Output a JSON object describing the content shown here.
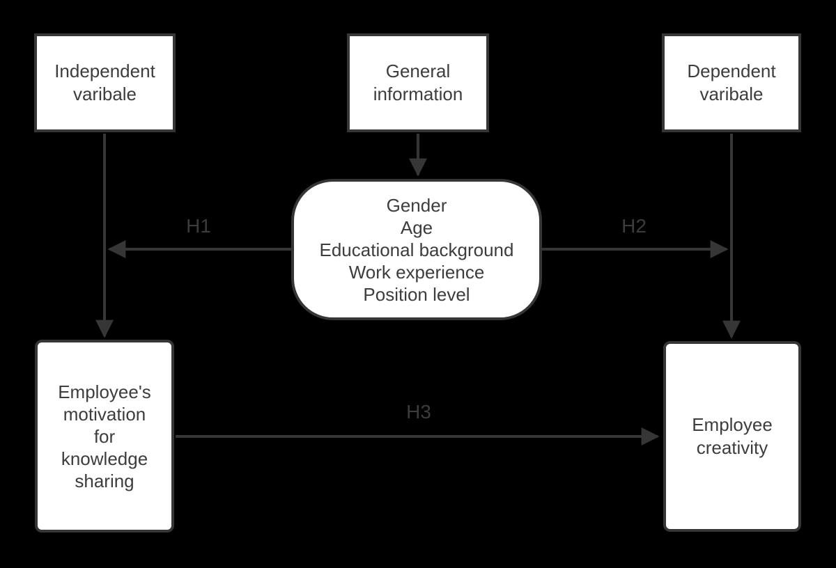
{
  "colors": {
    "background": "#000000",
    "node_fill": "#ffffff",
    "node_border": "#363636",
    "arrow": "#363636",
    "text": "#3d3d3d"
  },
  "nodes": {
    "independent_variable": {
      "label": "Independent\nvaribale"
    },
    "general_information": {
      "label": "General\ninformation"
    },
    "dependent_variable": {
      "label": "Dependent\nvaribale"
    },
    "control_variables": {
      "label": "Gender\nAge\nEducational background\nWork experience\nPosition level"
    },
    "motivation": {
      "label": "Employee's\nmotivation\nfor\nknowledge\nsharing"
    },
    "creativity": {
      "label": "Employee\ncreativity"
    }
  },
  "edges": {
    "h1": {
      "label": "H1"
    },
    "h2": {
      "label": "H2"
    },
    "h3": {
      "label": "H3"
    }
  }
}
